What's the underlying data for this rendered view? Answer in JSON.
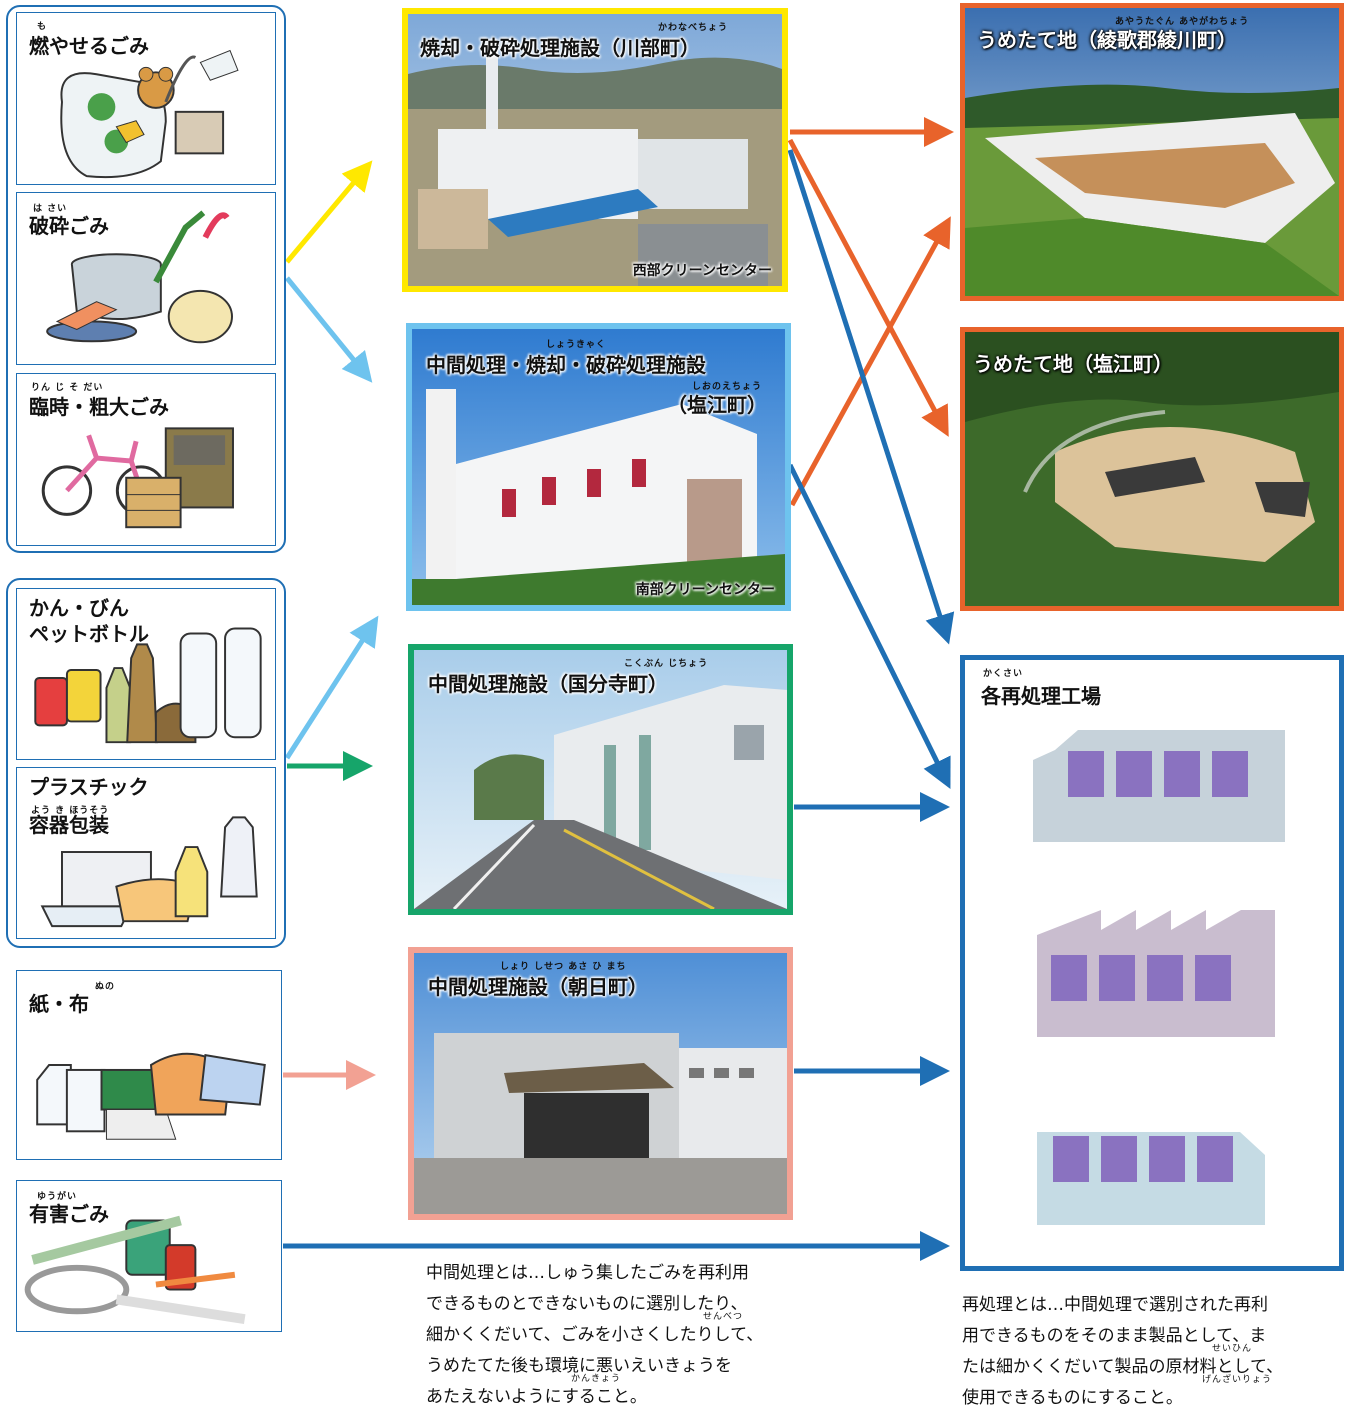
{
  "sources": {
    "burnable": {
      "title": "燃やせるごみ",
      "ruby": "も"
    },
    "crushable": {
      "title": "破砕ごみ",
      "ruby": "は さい"
    },
    "temporary_bulky": {
      "title": "臨時・粗大ごみ",
      "ruby": "りん じ     そ だい"
    },
    "cans_bottles": {
      "title_line1": "かん・びん",
      "title_line2": "ペットボトル"
    },
    "plastic": {
      "title_line1": "プラスチック",
      "title_line2": "容器包装",
      "ruby": "よう き   ほうそう"
    },
    "paper_cloth": {
      "title": "紙・布",
      "ruby": "ぬの"
    },
    "hazardous": {
      "title": "有害ごみ",
      "ruby": "ゆうがい"
    }
  },
  "facilities": {
    "kawanabe": {
      "title": "焼却・破砕処理施設（川部町）",
      "ruby": "かわなべちょう",
      "caption": "西部クリーンセンター",
      "border": "#ffe800"
    },
    "shioe": {
      "title_line1": "中間処理・焼却・破砕処理施設",
      "title_line2": "（塩江町）",
      "ruby1": "しょうきゃく",
      "ruby2": "しおのえちょう",
      "caption": "南部クリーンセンター",
      "border": "#6ec3ee"
    },
    "kokubunji": {
      "title": "中間処理施設（国分寺町）",
      "ruby": "こくぶん じちょう",
      "border": "#16a56a"
    },
    "asahi": {
      "title": "中間処理施設（朝日町）",
      "ruby": "しょり  しせつ     あさ ひ まち",
      "border": "#f2a193"
    }
  },
  "destinations": {
    "landfill_ayagawa": {
      "title": "うめたて地（綾歌郡綾川町）",
      "ruby": "あやうたぐん あやがわちょう",
      "border": "#e8632b"
    },
    "landfill_shioe": {
      "title": "うめたて地（塩江町）",
      "border": "#e8632b"
    },
    "reprocessing": {
      "title": "各再処理工場",
      "ruby": "かくさい",
      "border": "#1f6fb4"
    }
  },
  "notes": {
    "intermediate": [
      "中間処理とは…しゅう集したごみを再利用",
      "できるものとできないものに選別したり、",
      "細かくくだいて、ごみを小さくしたりして、",
      "うめたてた後も環境に悪いえいきょうを",
      "あたえないようにすること。"
    ],
    "intermediate_ruby": {
      "senbetsu": "せんべつ",
      "kankyo": "かんきょう"
    },
    "reprocess": [
      "再処理とは…中間処理で選別された再利",
      "用できるものをそのまま製品として、ま",
      "たは細かくくだいて製品の原材料として、",
      "使用できるものにすること。"
    ],
    "reprocess_ruby": {
      "seihin": "せいひん",
      "genzairyo": "げんざいりょう"
    }
  },
  "colors": {
    "yellow": "#ffe800",
    "light_blue": "#6ec3ee",
    "green": "#16a56a",
    "pink": "#f2a193",
    "orange": "#e8632b",
    "blue": "#1f6fb4",
    "factory_purple": "#8a72c0"
  },
  "icons": [
    "garbage-bag-icon",
    "pot-kettle-icon",
    "bicycle-furniture-icon",
    "cans-bottles-icon",
    "plastic-containers-icon",
    "milk-carton-clothes-icon",
    "battery-fluorescent-icon",
    "factory-icon"
  ]
}
